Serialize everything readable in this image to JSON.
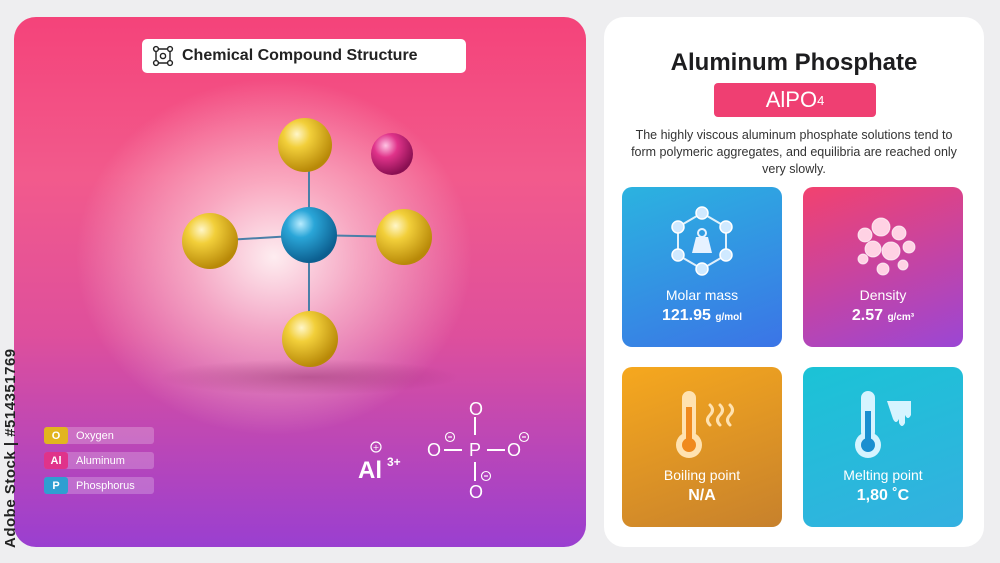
{
  "left": {
    "title": "Chemical Compound Structure",
    "legend": [
      {
        "symbol": "O",
        "label": "Oxygen",
        "color": "#e2b51e"
      },
      {
        "symbol": "Al",
        "label": "Aluminum",
        "color": "#e0338a"
      },
      {
        "symbol": "P",
        "label": "Phosphorus",
        "color": "#2f9ed1"
      }
    ],
    "ion_al": "Al",
    "ion_al_charge": "3+",
    "phosphate": {
      "o": "O",
      "p": "P"
    }
  },
  "side_id": "Adobe Stock | #514351769",
  "right": {
    "name": "Aluminum Phosphate",
    "formula_main": "AlPO",
    "formula_sub": "4",
    "description": "The highly viscous aluminum phosphate solutions tend to form polymeric aggregates, and equilibria are reached only very slowly.",
    "cards": {
      "molar_mass": {
        "label": "Molar mass",
        "value": "121.95",
        "unit": "g/mol",
        "color_top": "#2bb3e0",
        "color_bottom": "#3b74e6"
      },
      "density": {
        "label": "Density",
        "value": "2.57",
        "unit": "g/cm³",
        "color_top": "#f2426f",
        "color_bottom": "#9b46d4"
      },
      "boiling_point": {
        "label": "Boiling point",
        "value": "N/A",
        "color_top": "#f6a81e",
        "color_bottom": "#c7812c"
      },
      "melting_point": {
        "label": "Melting point",
        "value": "1,80 ˚C",
        "color_top": "#1bc3d6",
        "color_bottom": "#34b0e0"
      }
    }
  }
}
